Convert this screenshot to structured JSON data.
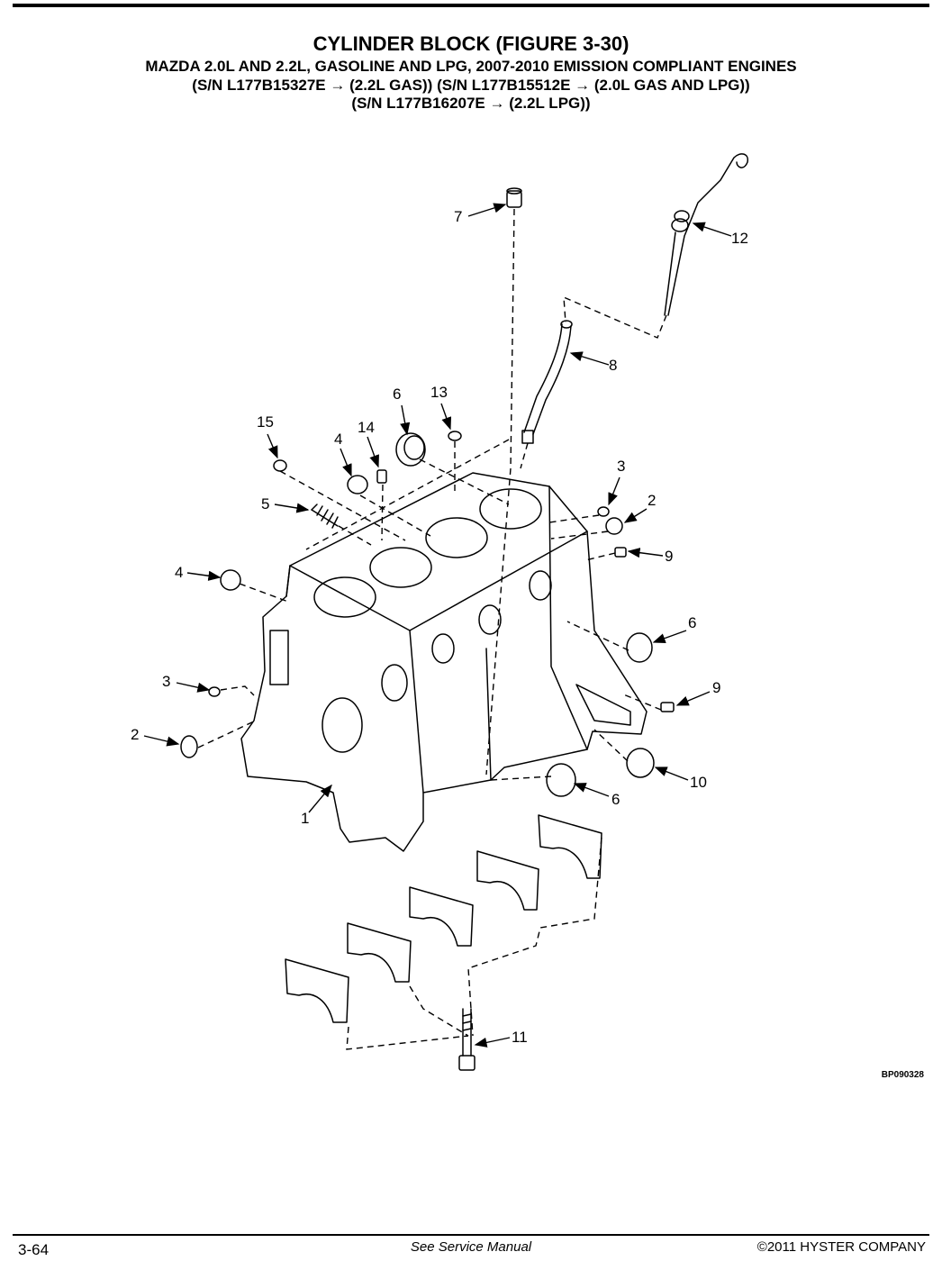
{
  "header": {
    "title": "CYLINDER BLOCK (FIGURE 3-30)",
    "subtitle": "MAZDA 2.0L AND 2.2L, GASOLINE AND LPG, 2007-2010 EMISSION COMPLIANT ENGINES",
    "serial_line_1": "(S/N L177B15327E → (2.2L GAS))  (S/N L177B15512E → (2.0L GAS AND LPG))",
    "serial_line_2": "(S/N L177B16207E → (2.2L LPG))"
  },
  "callouts": [
    "7",
    "12",
    "8",
    "6",
    "13",
    "15",
    "4",
    "14",
    "3",
    "2",
    "9",
    "5",
    "4",
    "6",
    "3",
    "9",
    "2",
    "10",
    "6",
    "1",
    "11"
  ],
  "figure_code": "BP090328",
  "footer": {
    "page_number": "3-64",
    "note": "See Service Manual",
    "copyright": "©2011 HYSTER COMPANY"
  }
}
